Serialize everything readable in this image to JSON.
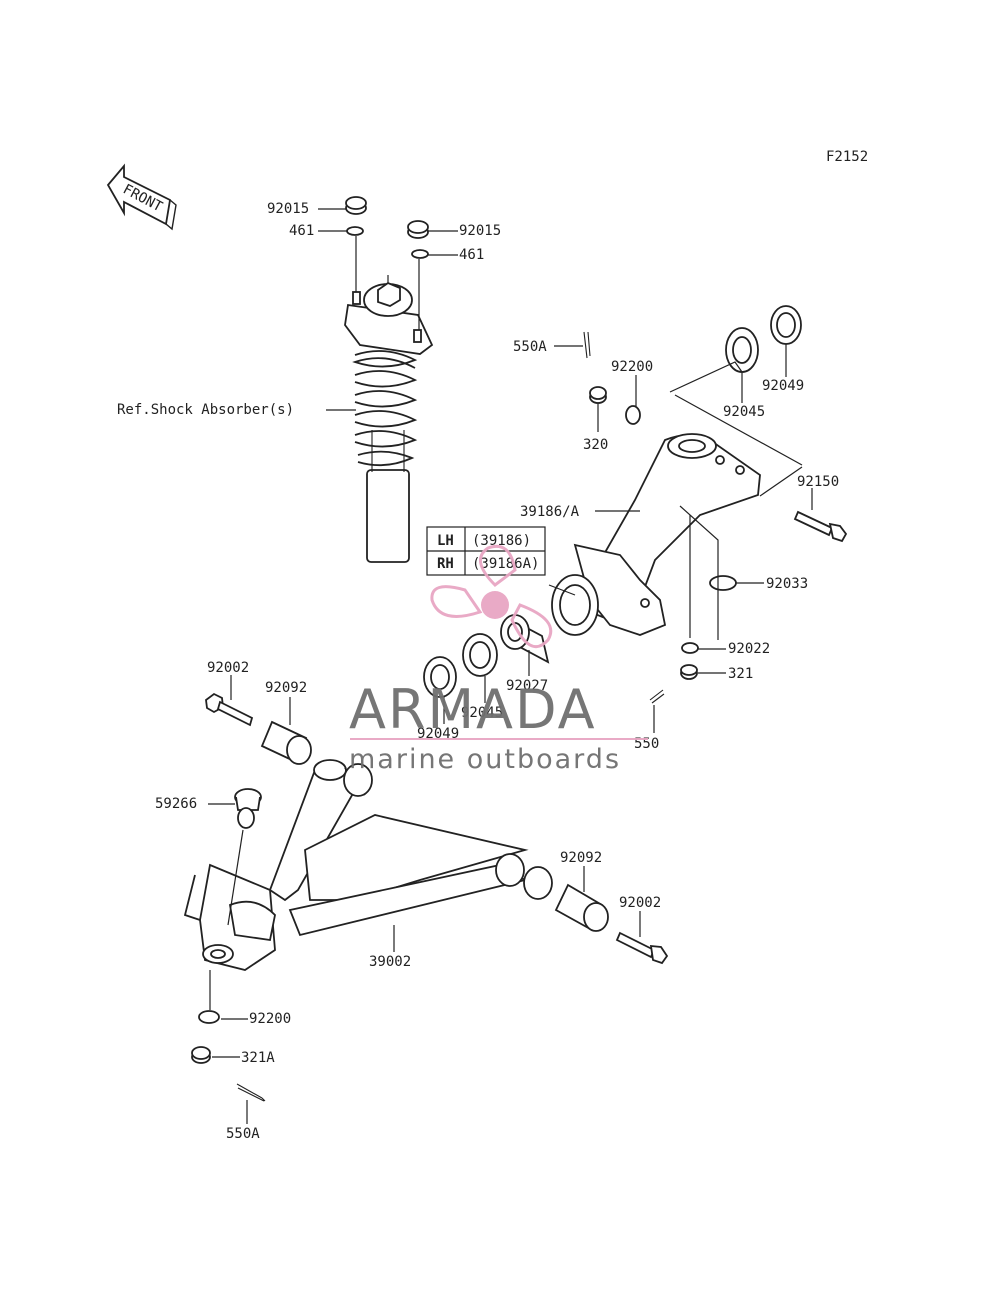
{
  "figure_id": "F2152",
  "front_label": "FRONT",
  "callouts": {
    "nut_92015_left": "92015",
    "washer_461_left": "461",
    "nut_92015_right": "92015",
    "washer_461_right": "461",
    "shock_ref": "Ref.Shock Absorber(s)",
    "cotter_550A_top": "550A",
    "washer_92200_top": "92200",
    "nut_320": "320",
    "bearing_92045_top": "92045",
    "seal_92049_top": "92049",
    "bolt_92150": "92150",
    "knuckle_39186": "39186/A",
    "circlip_92033": "92033",
    "washer_92022": "92022",
    "nut_321": "321",
    "spacer_92027": "92027",
    "bearing_92045_bottom": "92045",
    "seal_92049_bottom": "92049",
    "cotter_550": "550",
    "bolt_92002_left": "92002",
    "bushing_92092_left": "92092",
    "balljoint_59266": "59266",
    "bushing_92092_right": "92092",
    "bolt_92002_right": "92002",
    "arm_39002": "39002",
    "washer_92200_bottom": "92200",
    "nut_321A": "321A",
    "cotter_550A_bottom": "550A"
  },
  "side_table": {
    "rows": [
      {
        "side": "LH",
        "part": "(39186)"
      },
      {
        "side": "RH",
        "part": "(39186A)"
      }
    ]
  },
  "watermark": {
    "brand": "ARMADA",
    "tagline": "marine outboards",
    "logo_color": "#e8a6c3",
    "text_color": "#6f6f6f"
  }
}
